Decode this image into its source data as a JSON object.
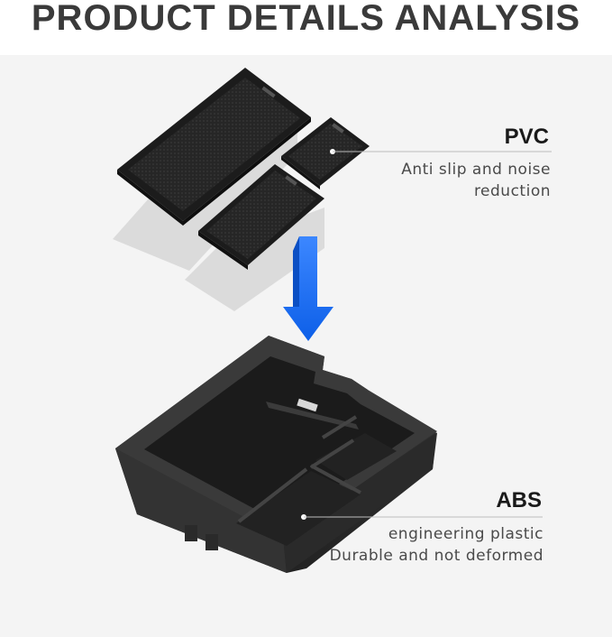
{
  "header": {
    "title": "PRODUCT DETAILS ANALYSIS"
  },
  "callouts": {
    "pvc": {
      "title": "PVC",
      "lines": [
        "Anti slip and noise",
        "reduction"
      ]
    },
    "abs": {
      "title": "ABS",
      "lines": [
        "engineering plastic",
        "Durable and not deformed"
      ]
    }
  },
  "colors": {
    "background": "#f4f4f4",
    "arrow": "#1a6cf0",
    "product": "#2b2b2b"
  }
}
